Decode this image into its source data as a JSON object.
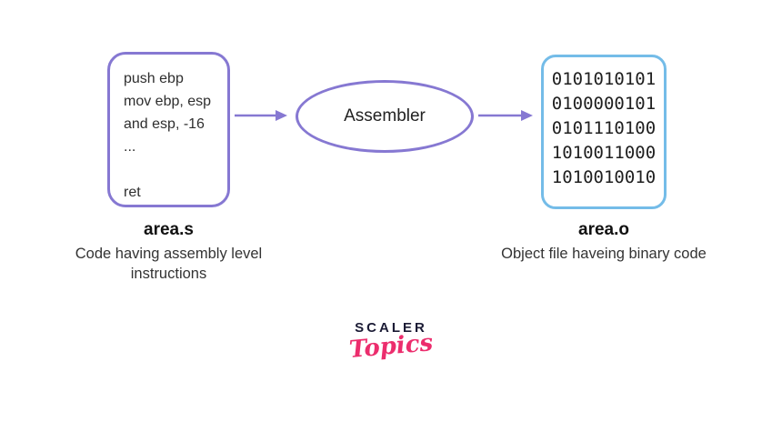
{
  "diagram": {
    "source_box": {
      "code_lines": [
        "push ebp",
        "mov ebp, esp",
        "and esp, -16",
        "...",
        "",
        "ret"
      ],
      "filename": "area.s",
      "caption": "Code having assembly level instructions"
    },
    "process": {
      "label": "Assembler"
    },
    "output_box": {
      "binary_lines": [
        "0101010101",
        "0100000101",
        "0101110100",
        "1010011000",
        "1010010010"
      ],
      "filename": "area.o",
      "caption": "Object file haveing binary code"
    },
    "colors": {
      "node_border_purple": "#8678D2",
      "binary_box_border_blue": "#74BCE8",
      "code_text": "#2e2e2e"
    }
  },
  "logo": {
    "brand": "SCALER",
    "sub": "Topics",
    "brand_color": "#1B1B35",
    "sub_color": "#EC2D6D"
  }
}
